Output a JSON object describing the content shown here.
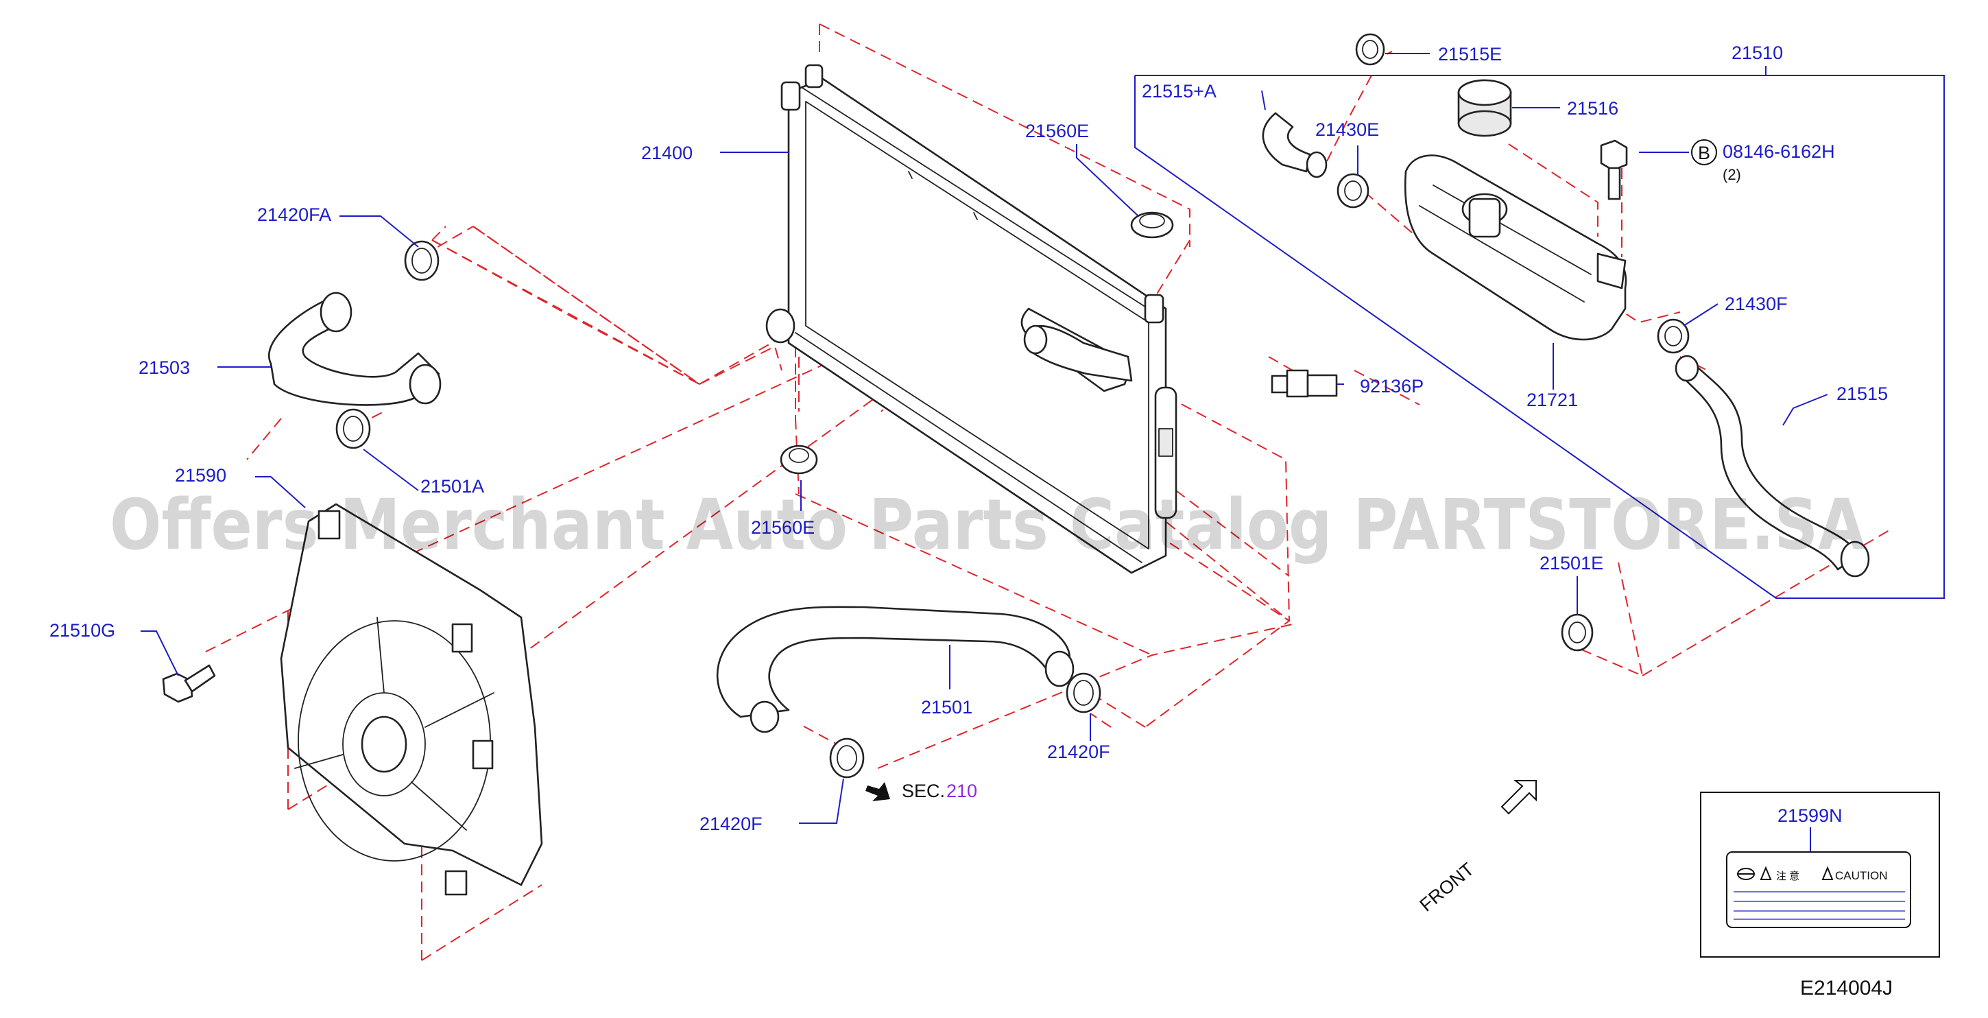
{
  "labels": {
    "p21400": "21400",
    "p21420FA": "21420FA",
    "p21503": "21503",
    "p21501A": "21501A",
    "p21590": "21590",
    "p21510G": "21510G",
    "p21560E_top": "21560E",
    "p21560E_low": "21560E",
    "p21501": "21501",
    "p21420F_mid": "21420F",
    "p21420F_low": "21420F",
    "p92136P": "92136P",
    "p21515E": "21515E",
    "p21510": "21510",
    "p21515A": "21515+A",
    "p21430E": "21430E",
    "p21516": "21516",
    "p08146": "08146-6162H",
    "p08146_qty": "(2)",
    "p08146_mark": "B",
    "p21430F": "21430F",
    "p21721": "21721",
    "p21515": "21515",
    "p21501E": "21501E",
    "p21599N": "21599N"
  },
  "sec_ref": {
    "prefix": "SEC.",
    "number": "210"
  },
  "front_label": "FRONT",
  "caution_label": {
    "text": "CAUTION",
    "symbols": "注 意"
  },
  "drawing_code": "E214004J",
  "watermark": "Offers Merchant Auto Parts Catalog PARTSTORE.SA",
  "colors": {
    "label": "#1c1cc8",
    "leader": "#1c1cc8",
    "dashed_guide": "#e0242a",
    "section_number": "#8a2be2",
    "line_art": "#222222"
  }
}
